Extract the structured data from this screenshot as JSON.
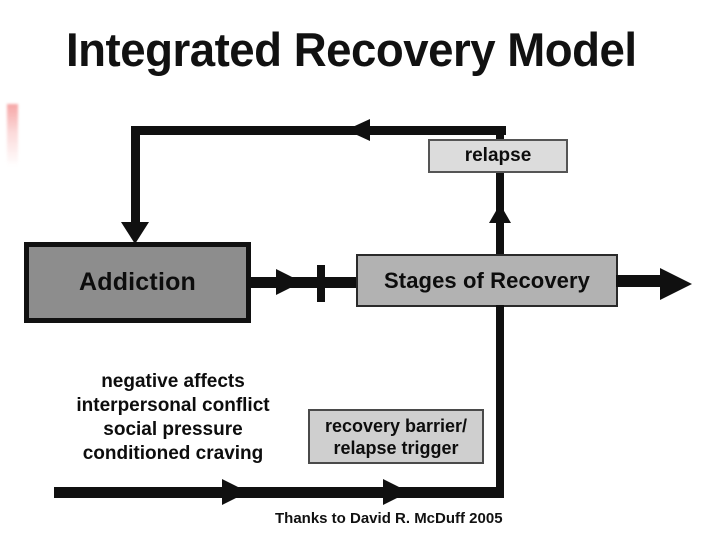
{
  "slide": {
    "title": "Integrated Recovery Model",
    "credit": "Thanks to David R. McDuff 2005",
    "background_color": "#ffffff"
  },
  "boxes": {
    "addiction": {
      "label": "Addiction",
      "fill_color": "#8d8d8d",
      "border_color": "#111111"
    },
    "stages": {
      "label": "Stages of Recovery",
      "fill_color": "#b2b2b2",
      "border_color": "#2a2a2a"
    },
    "relapse": {
      "label": "relapse",
      "fill_color": "#dcdcdc",
      "border_color": "#555555"
    },
    "barrier": {
      "line1": "recovery barrier/",
      "line2": "relapse trigger",
      "fill_color": "#cfcfcf",
      "border_color": "#4a4a4a"
    }
  },
  "triggers": {
    "lines": [
      "negative affects",
      "interpersonal conflict",
      "social pressure",
      "conditioned craving"
    ]
  },
  "connectors": {
    "addiction_to_stages": "arrow-right-with-barrier-tick",
    "stages_exit_right": "arrow-right",
    "stages_to_relapse": "arrow-up",
    "relapse_to_addiction": "loop-left-then-down-arrow",
    "triggers_to_stages": "bottom-line-two-arrows-right",
    "stages_down_to_bottom": "vertical-line"
  }
}
